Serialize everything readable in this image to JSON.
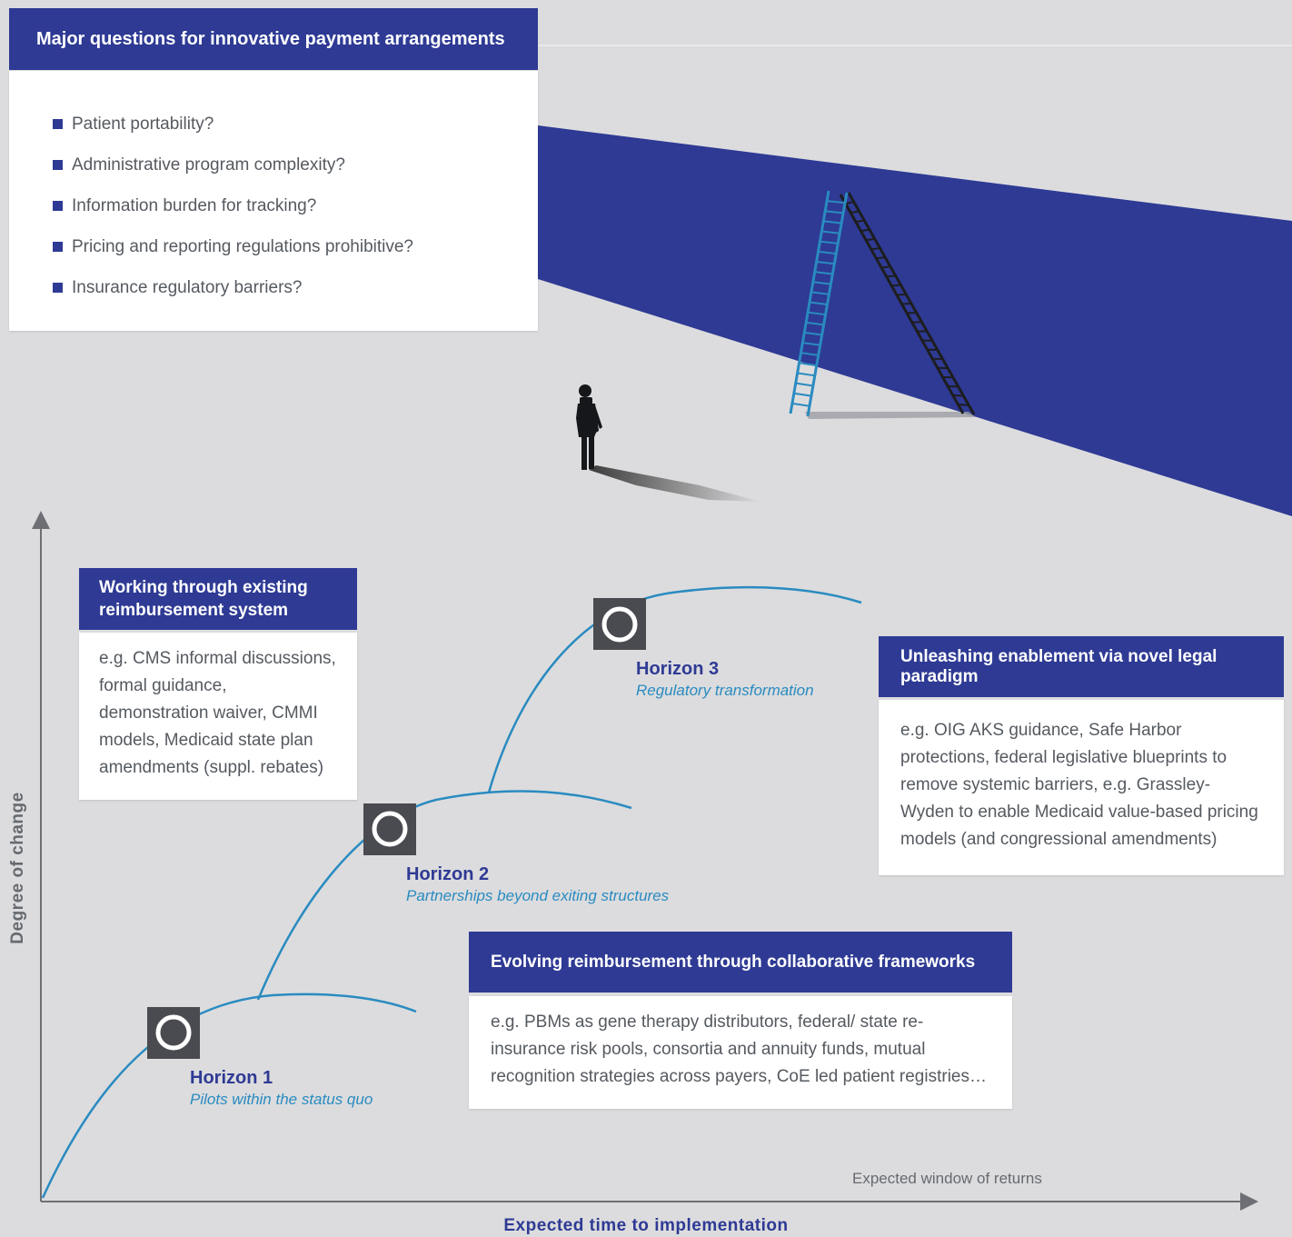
{
  "questions": {
    "title": "Major questions for innovative payment arrangements",
    "items": [
      "Patient portability?",
      "Administrative program complexity?",
      "Information burden for tracking?",
      "Pricing and reporting regulations prohibitive?",
      "Insurance regulatory barriers?"
    ]
  },
  "boxes": {
    "working": {
      "title": "Working  through existing reimbursement system",
      "body": "e.g. CMS informal discussions, formal guidance, demonstration waiver, CMMI models, Medicaid state plan amendments (suppl. rebates)"
    },
    "unleashing": {
      "title": "Unleashing enablement via novel legal paradigm",
      "body": "e.g. OIG AKS guidance, Safe Harbor protections, federal legislative blueprints to remove systemic barriers, e.g. Grassley-Wyden to enable Medicaid value-based pricing models (and congressional amendments)"
    },
    "evolving": {
      "title": "Evolving reimbursement through collaborative frameworks",
      "body": "e.g. PBMs as gene therapy distributors, federal/ state re-insurance risk pools, consortia and annuity funds, mutual recognition strategies across payers, CoE led patient registries…"
    }
  },
  "horizons": [
    {
      "title": "Horizon 1",
      "subtitle": "Pilots within the status quo"
    },
    {
      "title": "Horizon 2",
      "subtitle": "Partnerships beyond exiting structures"
    },
    {
      "title": "Horizon 3",
      "subtitle": "Regulatory transformation"
    }
  ],
  "axes": {
    "y_label": "Degree of change",
    "x_label": "Expected time to implementation",
    "returns_label": "Expected window of returns"
  },
  "colors": {
    "navy": "#2e3a94",
    "curve": "#2a8bc0",
    "marker": "#4a4b50",
    "background": "#dcdcde"
  }
}
